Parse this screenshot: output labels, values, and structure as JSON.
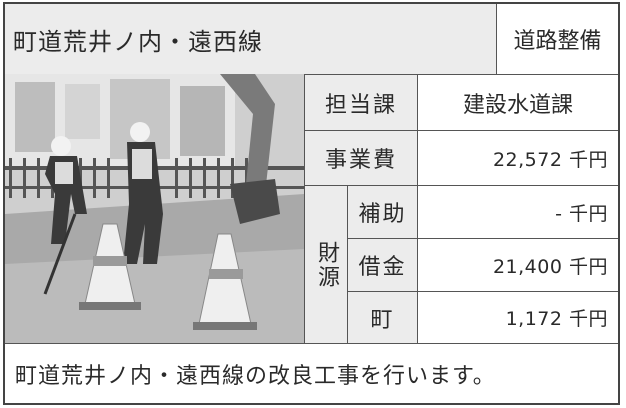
{
  "project": {
    "title": "町道荒井ノ内・遠西線",
    "category": "道路整備",
    "department_label": "担当課",
    "department_value": "建設水道課",
    "cost_label": "事業費",
    "cost_value": "22,572 千円",
    "funding_label": "財源",
    "funding": [
      {
        "label": "補助",
        "value": "- 千円"
      },
      {
        "label": "借金",
        "value": "21,400 千円"
      },
      {
        "label": "町",
        "value": "1,172 千円"
      }
    ],
    "description": "町道荒井ノ内・遠西線の改良工事を行います。"
  },
  "photo": {
    "icon": "construction-photo"
  },
  "colors": {
    "border": "#444444",
    "header_fill": "#ececec",
    "text": "#2a2a2a"
  }
}
